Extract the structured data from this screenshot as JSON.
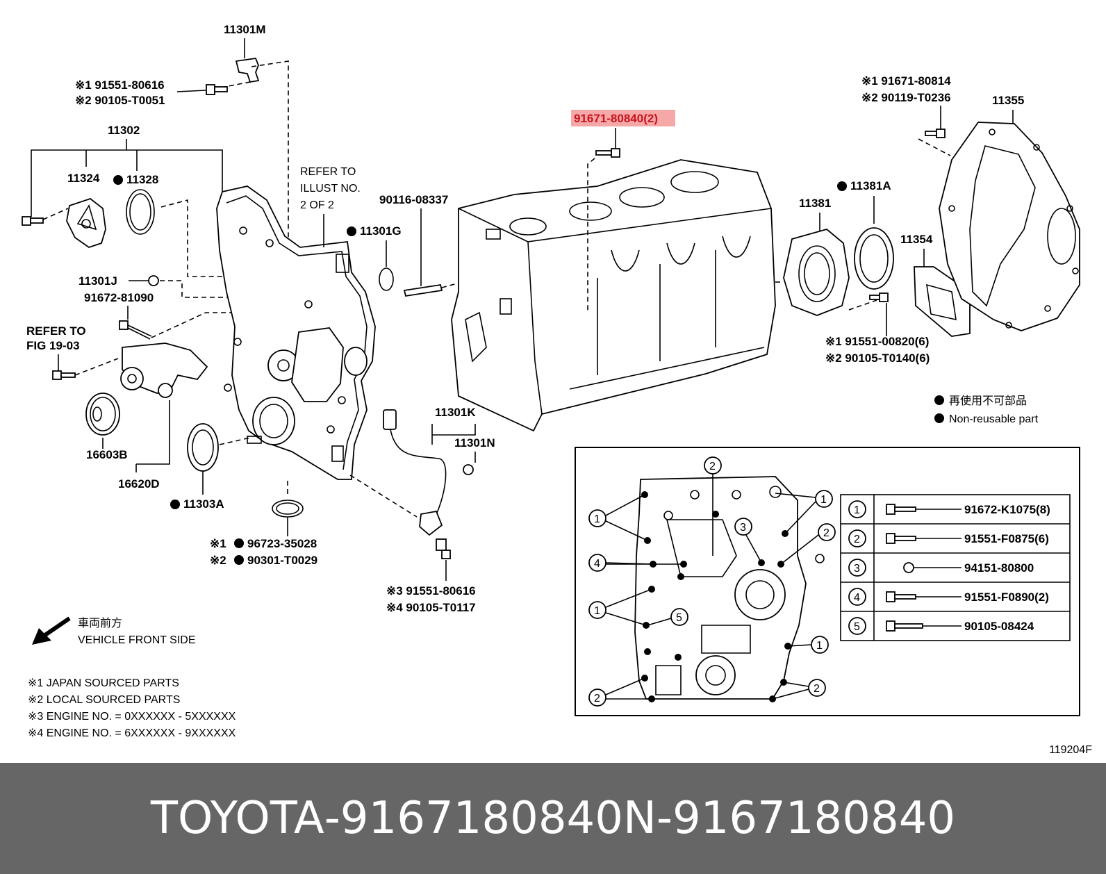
{
  "labels": {
    "p11301M": "11301M",
    "p11302": "11302",
    "p11324": "11324",
    "p11328": "11328",
    "p11301J": "11301J",
    "p91672_81090": "91672-81090",
    "p16603B": "16603B",
    "p16620D": "16620D",
    "p11303A": "11303A",
    "p11301G": "11301G",
    "p90116_08337": "90116-08337",
    "p11301K": "11301K",
    "p11301N": "11301N",
    "p11381A": "11381A",
    "p11381": "11381",
    "p11354": "11354",
    "p11355": "11355",
    "fig_code": "119204F"
  },
  "highlighted_part": "91671-80840(2)",
  "highlight_color": "#f6a8a8",
  "refs": {
    "refer_illust_1": "REFER TO",
    "refer_illust_2": "ILLUST NO.",
    "refer_illust_3": "2 OF 2",
    "refer_fig_1": "REFER TO",
    "refer_fig_2": "FIG 19-03"
  },
  "annotations": {
    "a1_l1": "※1 91551-80616",
    "a1_l2": "※2 90105-T0051",
    "a2_l1": "※1 91671-80814",
    "a2_l2": "※2 90119-T0236",
    "a3_l1": "※1 91551-00820(6)",
    "a3_l2": "※2 90105-T0140(6)",
    "a4_l1": "※1",
    "a4_l1b": "96723-35028",
    "a4_l2": "※2",
    "a4_l2b": "90301-T0029",
    "a5_l1": "※3 91551-80616",
    "a5_l2": "※4 90105-T0117"
  },
  "legend": {
    "jp": "再使用不可部品",
    "en": "Non-reusable part"
  },
  "direction": {
    "jp": "車両前方",
    "en": "VEHICLE FRONT SIDE"
  },
  "notes": [
    "※1 JAPAN SOURCED PARTS",
    "※2 LOCAL SOURCED PARTS",
    "※3 ENGINE NO. = 0XXXXXX - 5XXXXXX",
    "※4 ENGINE NO. = 6XXXXXX - 9XXXXXX"
  ],
  "bolt_table": [
    {
      "num": "1",
      "part": "91672-K1075(8)"
    },
    {
      "num": "2",
      "part": "91551-F0875(6)"
    },
    {
      "num": "3",
      "part": "94151-80800"
    },
    {
      "num": "4",
      "part": "91551-F0890(2)"
    },
    {
      "num": "5",
      "part": "90105-08424"
    }
  ],
  "inset_callouts": [
    "2",
    "1",
    "1",
    "3",
    "2",
    "4",
    "1",
    "5",
    "1",
    "2",
    "2"
  ],
  "footer": {
    "brand": "TOYOTA",
    "sep": "-",
    "part": "9167180840",
    "n": "N",
    "part2": "9167180840"
  }
}
